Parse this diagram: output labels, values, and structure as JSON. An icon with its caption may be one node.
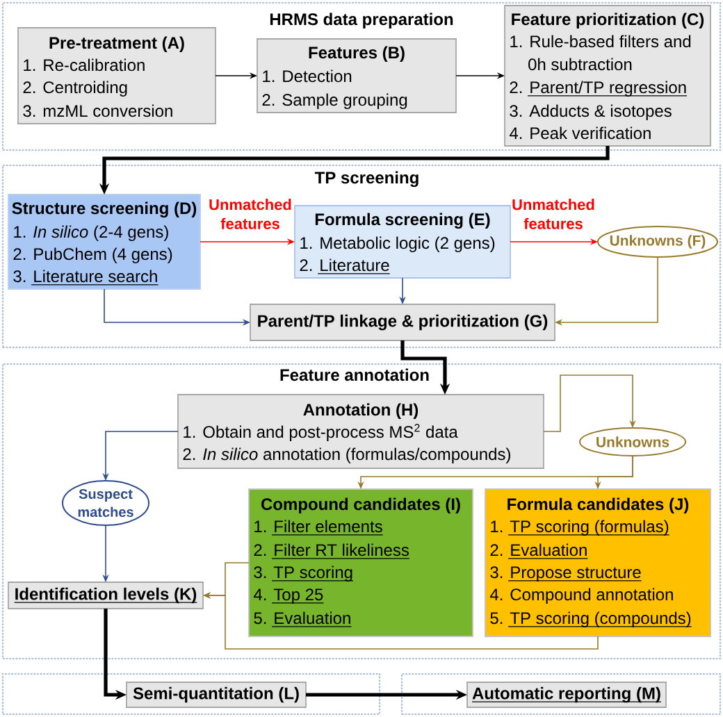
{
  "diagram": {
    "nodes": [
      {
        "text": [
          "HRMS data preparation"
        ]
      },
      {
        "text": [
          "Pre-treatment (A)",
          "1. Re-calibration",
          "2. Centroiding",
          "3. mzML conversion"
        ],
        "in": 0
      },
      {
        "text": [
          "Features (B)",
          "1. Detection",
          "2. Sample grouping"
        ],
        "in": 0
      },
      {
        "text": [
          "Feature prioritization (C)",
          "1. Rule-based filters and 0h subtraction",
          "2. Parent/TP regression",
          "3. Adducts & isotopes",
          "4. Peak verification"
        ],
        "in": 0
      },
      {
        "text": [
          "TP screening"
        ]
      },
      {
        "text": [
          "Structure screening (D)",
          "1. *In silico* (2-4 gens)",
          "2. PubChem (4 gens)",
          "3. Literature search"
        ],
        "in": 4
      },
      {
        "text": [
          "Formula screening (E)",
          "1. Metabolic logic (2 gens)",
          "2. Literature"
        ],
        "in": 4
      },
      {
        "text": [
          "Unknowns (F)"
        ],
        "in": 4
      },
      {
        "text": [
          "Parent/TP linkage & prioritization (G)"
        ],
        "in": 4
      },
      {
        "text": [
          "Feature annotation"
        ]
      },
      {
        "text": [
          "Annotation (H)",
          "1. Obtain and post-process MS$^{2}$ data",
          "2. *In silico* annotation (formulas/compounds)"
        ],
        "in": 9
      },
      {
        "text": [
          "Suspect matches"
        ],
        "in": 9
      },
      {
        "text": [
          "Unknowns"
        ],
        "in": 9
      },
      {
        "text": [
          "Compound candidates (I)",
          "1. Filter elements",
          "2. Filter RT likeliness",
          "3. TP scoring",
          "4. Top 25",
          "5. Evaluation"
        ],
        "in": 9
      },
      {
        "text": [
          "Formula candidates (J)",
          "1. TP scoring (formulas)",
          "2. Evaluation",
          "3. Propose structure",
          "4. Compound annotation",
          "5. TP scoring (compounds)"
        ],
        "in": 9
      },
      {
        "text": [
          "Identification levels (K)"
        ],
        "in": 9
      },
      {
        "text": [],
        "shape": "box"
      },
      {
        "text": [
          "Semi-quantitation (L)"
        ],
        "in": 16
      },
      {
        "text": [],
        "shape": "box"
      },
      {
        "text": [
          "Automatic reporting (M)"
        ],
        "in": 18
      }
    ],
    "edges": [
      {
        "from": 1,
        "to": 2,
        "arrow": "to"
      },
      {
        "from": 2,
        "to": 3,
        "arrow": "to"
      },
      {
        "from": 3,
        "to": 5,
        "arrow": "to",
        "style": "thick"
      },
      {
        "from": 5,
        "to": 6,
        "arrow": "to",
        "label": "Unmatched features",
        "color": "#ff0000"
      },
      {
        "from": 6,
        "to": 7,
        "arrow": "to",
        "label": "Unmatched features",
        "color": "#ff0000"
      },
      {
        "from": 5,
        "to": 8,
        "arrow": "to",
        "color": "#2f4b8c"
      },
      {
        "from": 6,
        "to": 8,
        "arrow": "to",
        "color": "#2f4b8c"
      },
      {
        "from": 7,
        "to": 8,
        "arrow": "to",
        "color": "#987a2c"
      },
      {
        "from": 8,
        "to": 10,
        "arrow": "to",
        "style": "thick"
      },
      {
        "from": 10,
        "to": 11,
        "arrow": "to",
        "color": "#2f4b8c"
      },
      {
        "from": 10,
        "to": 12,
        "arrow": "to",
        "color": "#987a2c"
      },
      {
        "from": 12,
        "to": 13,
        "arrow": "to",
        "color": "#987a2c"
      },
      {
        "from": 12,
        "to": 14,
        "arrow": "to",
        "color": "#987a2c"
      },
      {
        "from": 11,
        "to": 15,
        "arrow": "to",
        "color": "#2f4b8c"
      },
      {
        "from": 13,
        "to": 15,
        "arrow": "to",
        "color": "#987a2c"
      },
      {
        "from": 14,
        "to": 15,
        "arrow": "to",
        "color": "#987a2c"
      },
      {
        "from": 15,
        "to": 17,
        "arrow": "to",
        "style": "thick"
      },
      {
        "from": 17,
        "to": 19,
        "arrow": "to",
        "style": "thick"
      }
    ]
  }
}
